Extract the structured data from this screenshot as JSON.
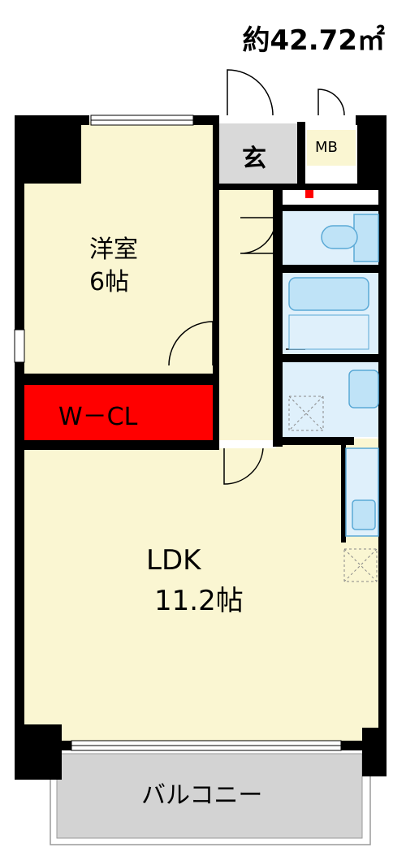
{
  "area": "約42.72㎡",
  "rooms": {
    "western_room": {
      "name": "洋室",
      "size": "6帖"
    },
    "walk_in_closet": {
      "name": "W－CL"
    },
    "entrance": {
      "name": "玄"
    },
    "meter_box": {
      "name": "MB"
    },
    "ldk": {
      "name": "LDK",
      "size": "11.2帖"
    },
    "balcony": {
      "name": "バルコニー"
    }
  },
  "colors": {
    "room_fill": "#faf6d2",
    "closet_fill": "#ff0000",
    "wet_fill": "#dff0fb",
    "fixture_fill": "#bfe3f7",
    "entrance_fill": "#d9d9d9",
    "balcony_fill": "#d3d3d3",
    "wall": "#000000"
  }
}
